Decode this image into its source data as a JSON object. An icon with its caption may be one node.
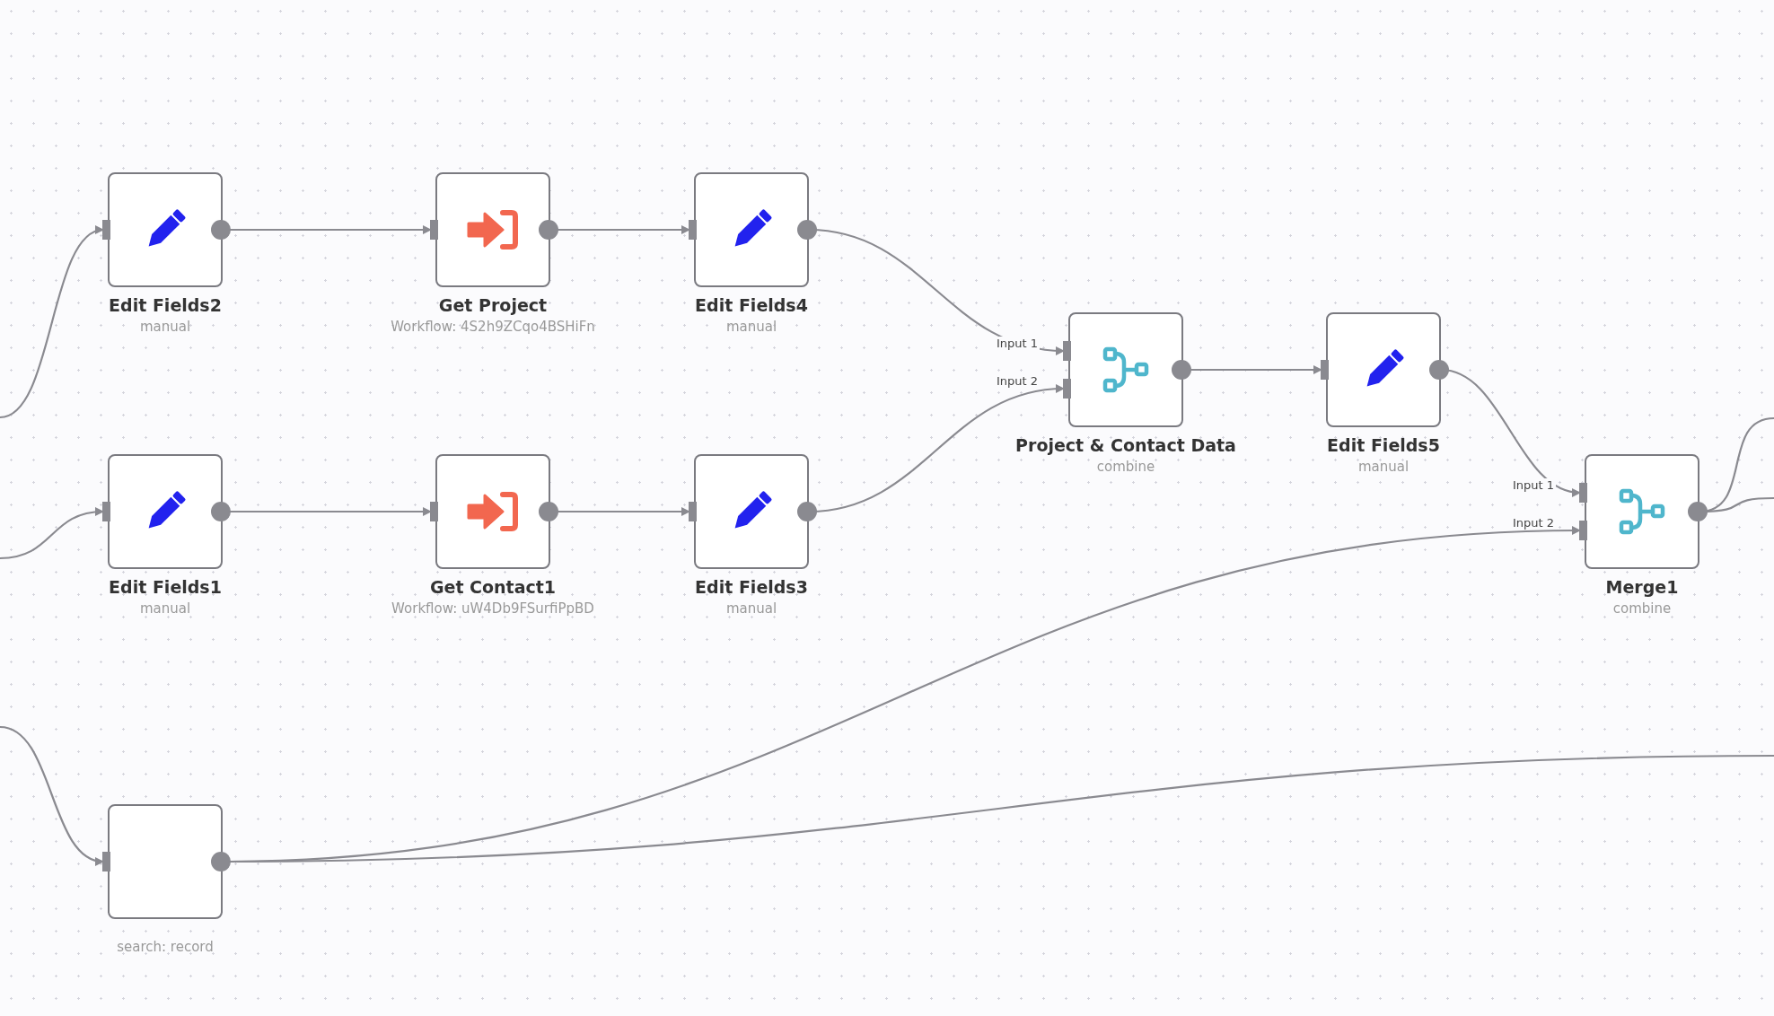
{
  "diagram": {
    "nodes": [
      {
        "text": [
          "Edit Fields2",
          "manual"
        ]
      },
      {
        "text": [
          "Get Project",
          "Workflow: 4S2h9ZCqo4BSHiFn"
        ]
      },
      {
        "text": [
          "Edit Fields4",
          "manual"
        ]
      },
      {
        "text": [
          "Project & Contact Data",
          "combine"
        ]
      },
      {
        "text": [
          "Edit Fields5",
          "manual"
        ]
      },
      {
        "text": [
          "Edit Fields1",
          "manual"
        ]
      },
      {
        "text": [
          "Get Contact1",
          "Workflow: uW4Db9FSurfiPpBD"
        ]
      },
      {
        "text": [
          "Edit Fields3",
          "manual"
        ]
      },
      {
        "text": [
          "Merge1",
          "combine"
        ]
      },
      {
        "text": [
          "search: record"
        ]
      }
    ],
    "edges": [
      {
        "from": null,
        "to": 0,
        "arrow": "to"
      },
      {
        "from": 0,
        "to": 1,
        "arrow": "to"
      },
      {
        "from": 1,
        "to": 2,
        "arrow": "to"
      },
      {
        "from": 2,
        "to": 3,
        "arrow": "to"
      },
      {
        "from": 3,
        "to": 4,
        "arrow": "to"
      },
      {
        "from": 4,
        "to": 8,
        "arrow": "to"
      },
      {
        "from": null,
        "to": 5,
        "arrow": "to"
      },
      {
        "from": 5,
        "to": 6,
        "arrow": "to"
      },
      {
        "from": 6,
        "to": 7,
        "arrow": "to"
      },
      {
        "from": 7,
        "to": 3,
        "arrow": "to"
      },
      {
        "from": 8,
        "to": null,
        "arrow": "none"
      },
      {
        "from": 8,
        "to": null,
        "arrow": "none"
      },
      {
        "from": null,
        "to": 9,
        "arrow": "to"
      },
      {
        "from": 9,
        "to": 8,
        "arrow": "to"
      },
      {
        "from": 9,
        "to": null,
        "arrow": "none"
      }
    ],
    "labels": [
      "Input 1",
      "Input 2",
      "Input 1",
      "Input 2"
    ]
  }
}
